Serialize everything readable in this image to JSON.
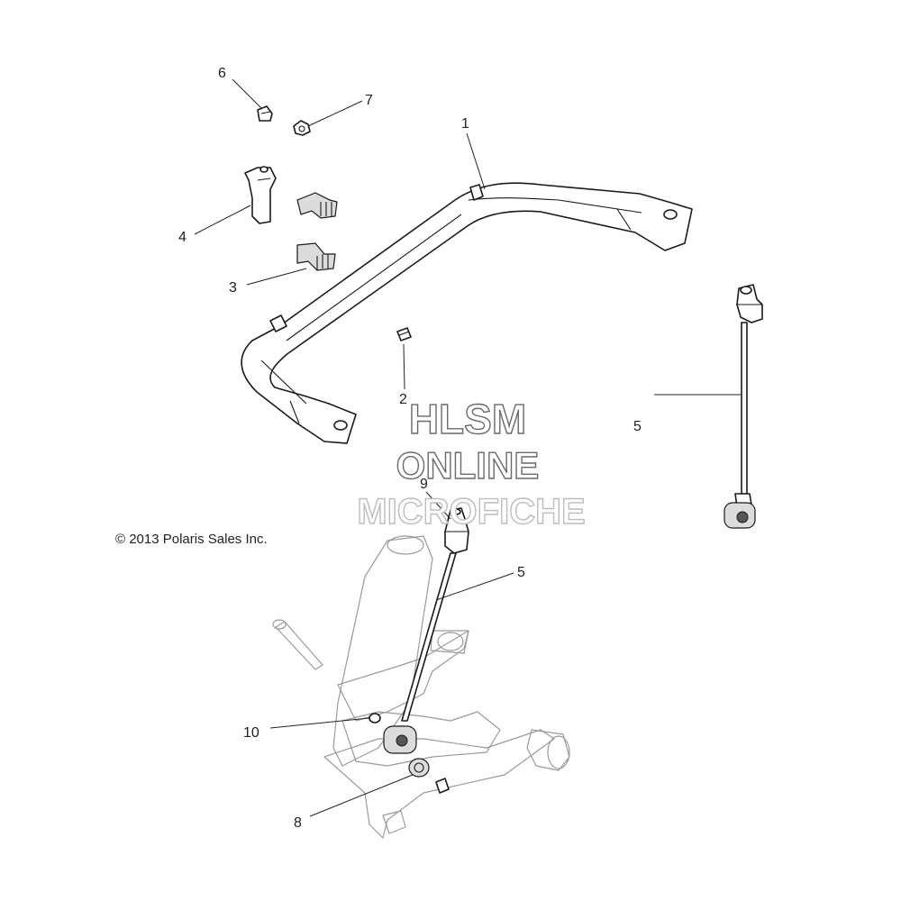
{
  "copyright": "© 2013 Polaris Sales Inc.",
  "watermark": {
    "line1": "HLSM",
    "line2": "ONLINE",
    "line3": "MICROFICHE"
  },
  "callouts": {
    "c1": "1",
    "c2": "2",
    "c3": "3",
    "c4": "4",
    "c5a": "5",
    "c5b": "5",
    "c6": "6",
    "c7": "7",
    "c8": "8",
    "c9": "9",
    "c10": "10"
  },
  "colors": {
    "line": "#1a1a1a",
    "background": "#ffffff",
    "watermark_outline": "#6a6a6a"
  }
}
